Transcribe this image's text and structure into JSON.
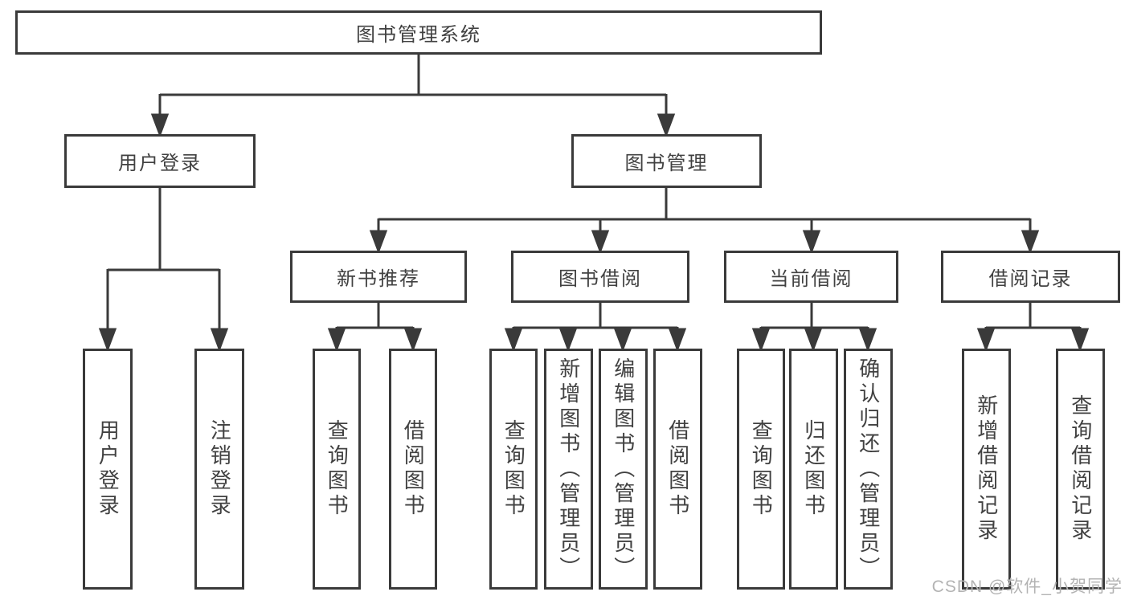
{
  "nodes": {
    "root": "图书管理系统",
    "branches": [
      {
        "label": "用户登录",
        "children": [
          "用户登录",
          "注销登录"
        ]
      },
      {
        "label": "图书管理",
        "children": [
          {
            "label": "新书推荐",
            "children": [
              "查询图书",
              "借阅图书"
            ]
          },
          {
            "label": "图书借阅",
            "children": [
              "查询图书",
              "新增图书（管理员）",
              "编辑图书（管理员）",
              "借阅图书"
            ]
          },
          {
            "label": "当前借阅",
            "children": [
              "查询图书",
              "归还图书",
              "确认归还（管理员）"
            ]
          },
          {
            "label": "借阅记录",
            "children": [
              "新增借阅记录",
              "查询借阅记录"
            ]
          }
        ]
      }
    ]
  },
  "watermark": "CSDN @软件_小贺同学",
  "colors": {
    "line": "#3a3a3a",
    "text": "#414141",
    "watermark": "#b3b3b3",
    "background": "#ffffff"
  }
}
